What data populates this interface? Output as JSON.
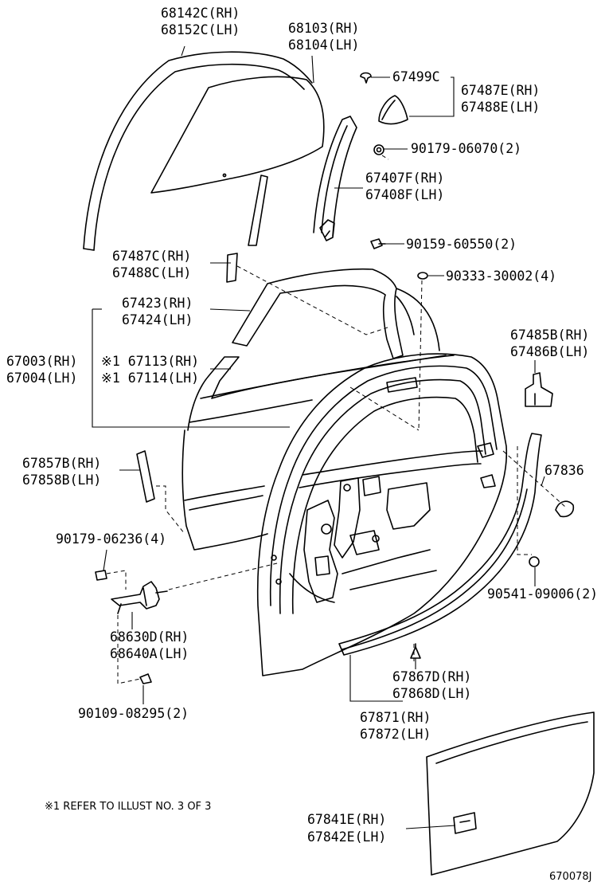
{
  "labels": {
    "glass_run_rh": "68142C(RH)",
    "glass_run_lh": "68152C(LH)",
    "door_glass_rh": "68103(RH)",
    "door_glass_lh": "68104(LH)",
    "clip_67499c": "67499C",
    "cover_rh": "67487E(RH)",
    "cover_lh": "67488E(LH)",
    "nut_90179_06070": "90179-06070(2)",
    "channel_rh": "67407F(RH)",
    "channel_lh": "67408F(LH)",
    "bolt_90159": "90159-60550(2)",
    "seal_rh": "67487C(RH)",
    "seal_lh": "67488C(LH)",
    "hole_plug": "90333-30002(4)",
    "frame_rh": "67423(RH)",
    "frame_lh": "67424(LH)",
    "door_panel_rh": "67003(RH)",
    "door_panel_lh": "67004(LH)",
    "ref_a_rh": "※1 67113(RH)",
    "ref_a_lh": "※1 67114(LH)",
    "bracket_rh": "67485B(RH)",
    "bracket_lh": "67486B(LH)",
    "weatherstrip_rh": "67857B(RH)",
    "weatherstrip_lh": "67858B(LH)",
    "cap_67836": "67836",
    "nut_90179_06236": "90179-06236(4)",
    "clip_90541": "90541-09006(2)",
    "check_rh": "68630D(RH)",
    "check_lh": "68640A(LH)",
    "clip_67867_rh": "67867D(RH)",
    "clip_67867_lh": "67868D(LH)",
    "bolt_90109": "90109-08295(2)",
    "belt_rh": "67871(RH)",
    "belt_lh": "67872(LH)",
    "note": "※1 REFER TO ILLUST NO. 3 OF 3",
    "trim_rh": "67841E(RH)",
    "trim_lh": "67842E(LH)",
    "illust_id": "670078J"
  }
}
